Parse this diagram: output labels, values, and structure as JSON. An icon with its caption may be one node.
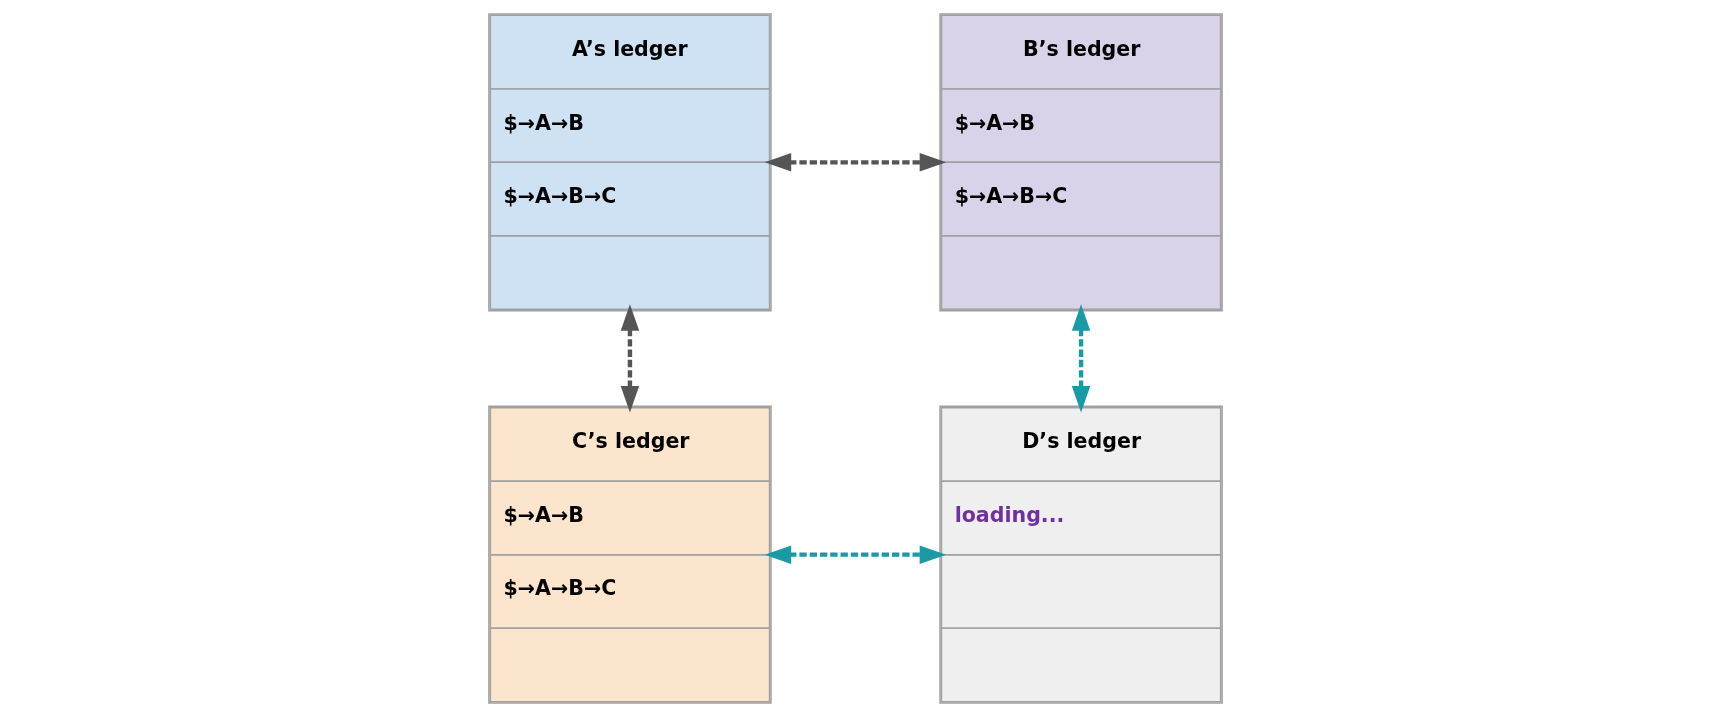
{
  "diagram": {
    "nodes": [
      {
        "text": [
          "A’s ledger",
          "$→A→B",
          "$→A→B→C"
        ]
      },
      {
        "text": [
          "B’s ledger",
          "$→A→B",
          "$→A→B→C"
        ]
      },
      {
        "text": [
          "C’s ledger",
          "$→A→B",
          "$→A→B→C"
        ]
      },
      {
        "text": [
          "D’s ledger",
          "loading..."
        ]
      }
    ],
    "edges": [
      {
        "from": 0,
        "to": 1,
        "arrow": "both",
        "style": "dashed"
      },
      {
        "from": 1,
        "to": 3,
        "arrow": "both",
        "style": "dashed",
        "color": "#1a9aa5"
      },
      {
        "from": 0,
        "to": 2,
        "arrow": "both",
        "style": "dashed"
      },
      {
        "from": 2,
        "to": 3,
        "arrow": "both",
        "style": "dashed",
        "color": "#1a9aa5"
      }
    ]
  }
}
